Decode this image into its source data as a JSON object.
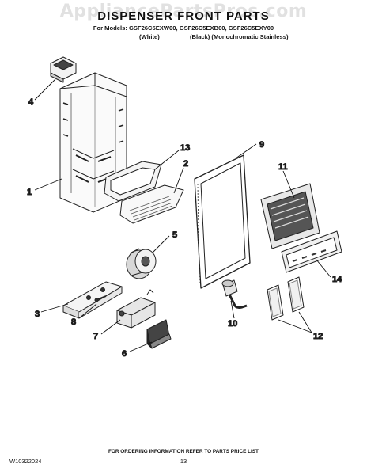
{
  "watermark": "AppliancePartsPros.com",
  "header": {
    "title": "DISPENSER FRONT PARTS",
    "models": "For Models: GSF26C5EXW00, GSF26C5EXB00, GSF26C5EXY00",
    "variant_white": "(White)",
    "variant_black": "(Black) (Monochromatic Stainless)"
  },
  "callouts": [
    "1",
    "2",
    "3",
    "4",
    "5",
    "6",
    "7",
    "8",
    "9",
    "10",
    "11",
    "12",
    "13",
    "14"
  ],
  "footer": {
    "ordering_note": "FOR ORDERING INFORMATION REFER TO PARTS PRICE LIST",
    "document_number": "W10322024",
    "page_number": "13"
  }
}
